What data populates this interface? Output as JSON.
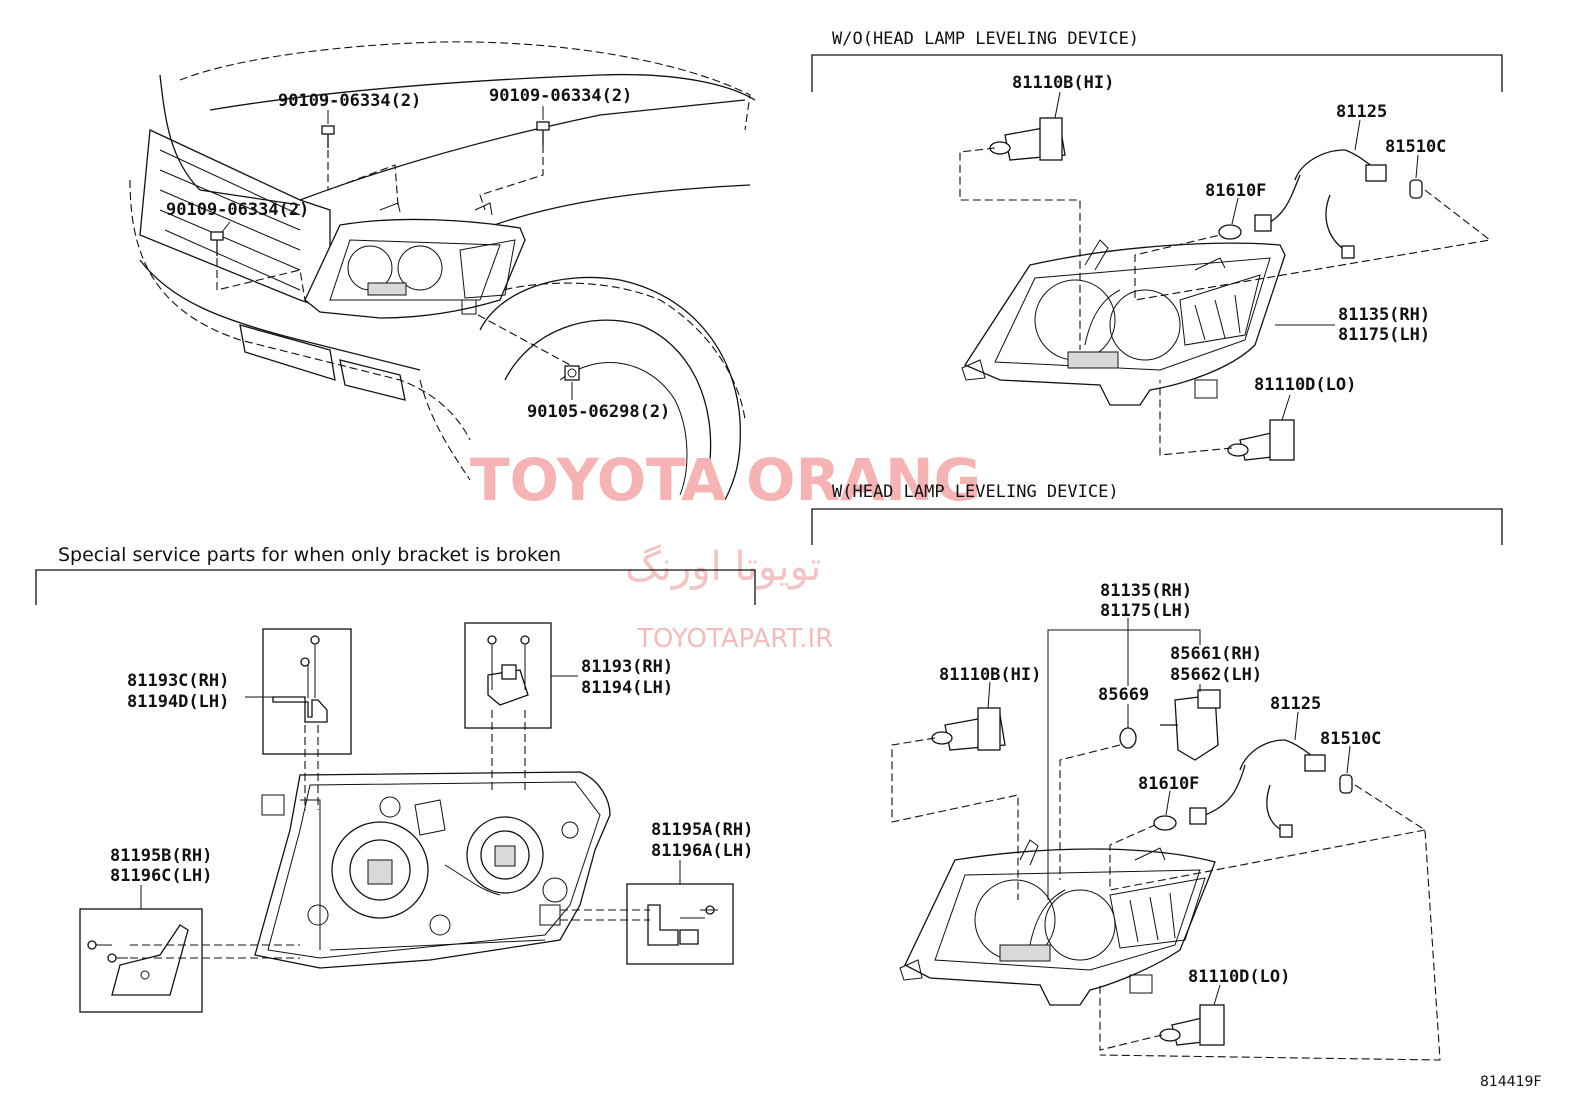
{
  "watermark": {
    "title": "TOYOTA ORANG",
    "persian": "تویوتا اورنگ",
    "site": "TOYOTAPART.IR"
  },
  "figure_number": "814419F",
  "vehicle_view": {
    "labels": {
      "bolt_upper_left": "90109-06334(2)",
      "bolt_upper_right": "90109-06334(2)",
      "bolt_side": "90109-06334(2)",
      "nut_lower": "90105-06298(2)"
    }
  },
  "section_without_leveling": {
    "title": "W/O(HEAD LAMP LEVELING DEVICE)",
    "labels": {
      "bulb_hi": "81110B(HI)",
      "socket": "81125",
      "bulb_small": "81510C",
      "cap": "81610F",
      "unit_rh": "81135(RH)",
      "unit_lh": "81175(LH)",
      "bulb_lo": "81110D(LO)"
    }
  },
  "section_with_leveling": {
    "title": "W(HEAD LAMP LEVELING DEVICE)",
    "labels": {
      "unit_rh": "81135(RH)",
      "unit_lh": "81175(LH)",
      "bulb_hi": "81110B(HI)",
      "oring": "85669",
      "actuator_rh": "85661(RH)",
      "actuator_lh": "85662(LH)",
      "socket": "81125",
      "bulb_small": "81510C",
      "cap": "81610F",
      "bulb_lo": "81110D(LO)"
    }
  },
  "section_special": {
    "title": "Special service parts for when only bracket is broken",
    "labels": {
      "bracket_a_rh": "81193C(RH)",
      "bracket_a_lh": "81194D(LH)",
      "bracket_b_rh": "81193(RH)",
      "bracket_b_lh": "81194(LH)",
      "bracket_c_rh": "81195B(RH)",
      "bracket_c_lh": "81196C(LH)",
      "bracket_d_rh": "81195A(RH)",
      "bracket_d_lh": "81196A(LH)"
    }
  }
}
